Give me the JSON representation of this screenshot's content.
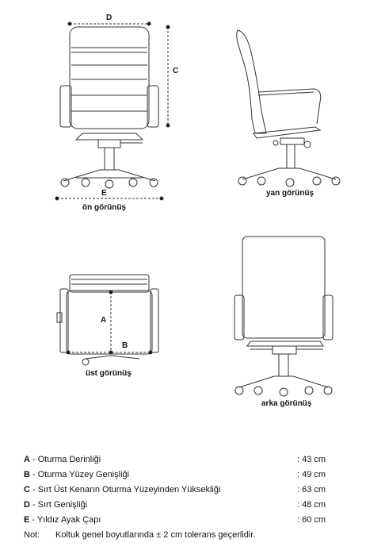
{
  "views": {
    "front": "ön görünüş",
    "side": "yan görünüş",
    "top": "üst görünüş",
    "back": "arka görünüş"
  },
  "dimension_letters": {
    "front_width": "D",
    "front_height": "C",
    "front_base": "E",
    "top_depth": "A",
    "top_width": "B"
  },
  "specs": [
    {
      "key": "A",
      "sep": " - ",
      "label": "Oturma Derinliği",
      "value": ": 43 cm"
    },
    {
      "key": "B",
      "sep": " - ",
      "label": "Oturma Yüzey Genişliği",
      "value": ": 49 cm"
    },
    {
      "key": "C",
      "sep": " - ",
      "label": "Sırt Üst Kenarın Oturma Yüzeyinden Yüksekliği",
      "value": ": 63 cm"
    },
    {
      "key": "D",
      "sep": " - ",
      "label": "Sırt Genişliği",
      "value": ": 48 cm"
    },
    {
      "key": "E",
      "sep": " - ",
      "label": "Yıldız Ayak Çapı",
      "value": ": 60 cm"
    }
  ],
  "note": {
    "label": "Not:",
    "text": "Koltuk genel boyutlarında  ± 2 cm tolerans geçerlidir."
  }
}
